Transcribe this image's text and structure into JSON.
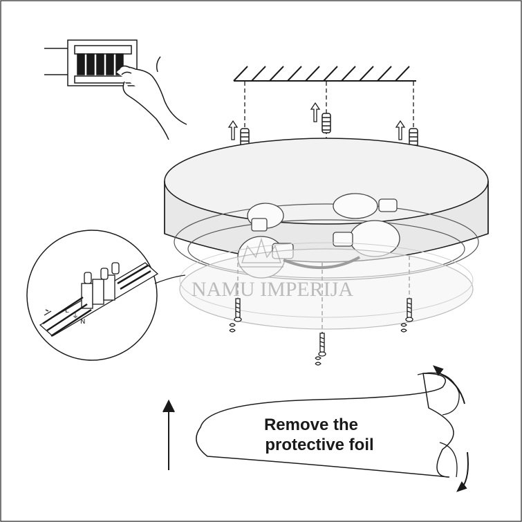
{
  "instruction": {
    "line1": "Remove the",
    "line2": "protective foil"
  },
  "watermark": {
    "brand": "NAMU IMPERIJA"
  },
  "terminal_labels": {
    "live": "L",
    "earth": "⏚",
    "neutral": "N"
  },
  "icons": [
    "ceiling-hatch-icon",
    "breaker-panel-icon",
    "hand-icon",
    "wall-plug-icon",
    "screw-icon",
    "terminal-block-icon",
    "up-arrow-icon",
    "rotate-arrow-icon",
    "crown-logo-icon"
  ],
  "colors": {
    "line": "#1a1a1a",
    "shade_fill": "#e6e6e6",
    "diffuser_fill": "#f4f4f4",
    "watermark": "#8a8a8a"
  }
}
